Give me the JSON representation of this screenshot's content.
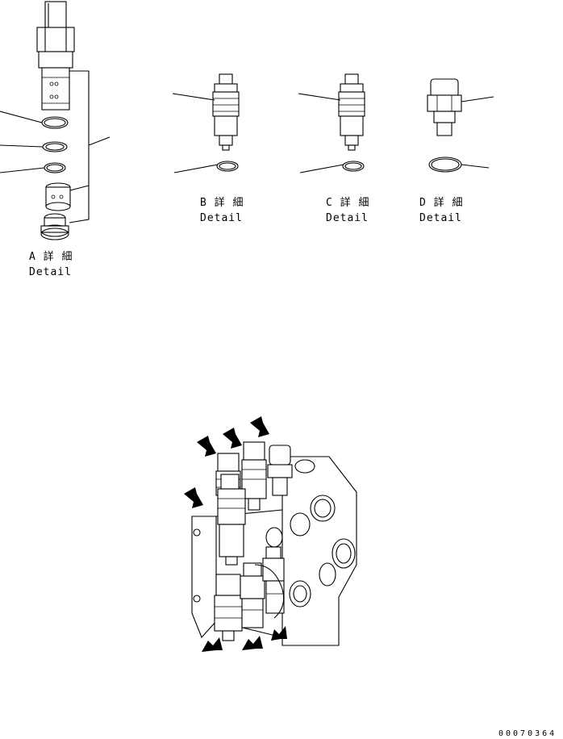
{
  "details": [
    {
      "id": "A",
      "jp": "A 詳 細",
      "en": "Detail"
    },
    {
      "id": "B",
      "jp": "B 詳 細",
      "en": "Detail"
    },
    {
      "id": "C",
      "jp": "C 詳 細",
      "en": "Detail"
    },
    {
      "id": "D",
      "jp": "D 詳 細",
      "en": "Detail"
    }
  ],
  "drawing_number": "00070364"
}
